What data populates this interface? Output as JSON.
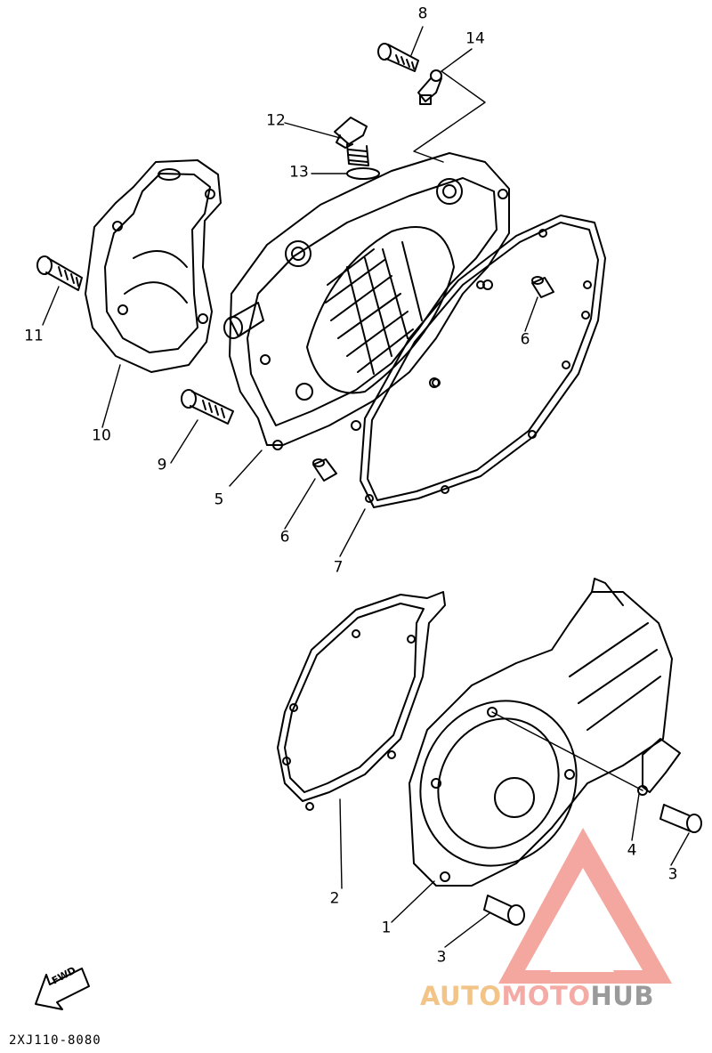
{
  "callouts": {
    "c1": "1",
    "c2": "2",
    "c3a": "3",
    "c3b": "3",
    "c4": "4",
    "c5": "5",
    "c6a": "6",
    "c6b": "6",
    "c7": "7",
    "c8": "8",
    "c9": "9",
    "c10": "10",
    "c11": "11",
    "c12": "12",
    "c13": "13",
    "c14": "14"
  },
  "part_number": "2XJ110-8080",
  "fwd_label": "FWD",
  "watermark": {
    "part1": "AUTO",
    "part2": "MOTO",
    "part3": "HUB",
    "colors": {
      "part1": "#f2c488",
      "part2": "#f4aaa5",
      "part3": "#9a9a9a",
      "logo": "#f08a80"
    }
  },
  "icons": [
    "fwd-arrow-icon",
    "watermark-logo-icon"
  ]
}
